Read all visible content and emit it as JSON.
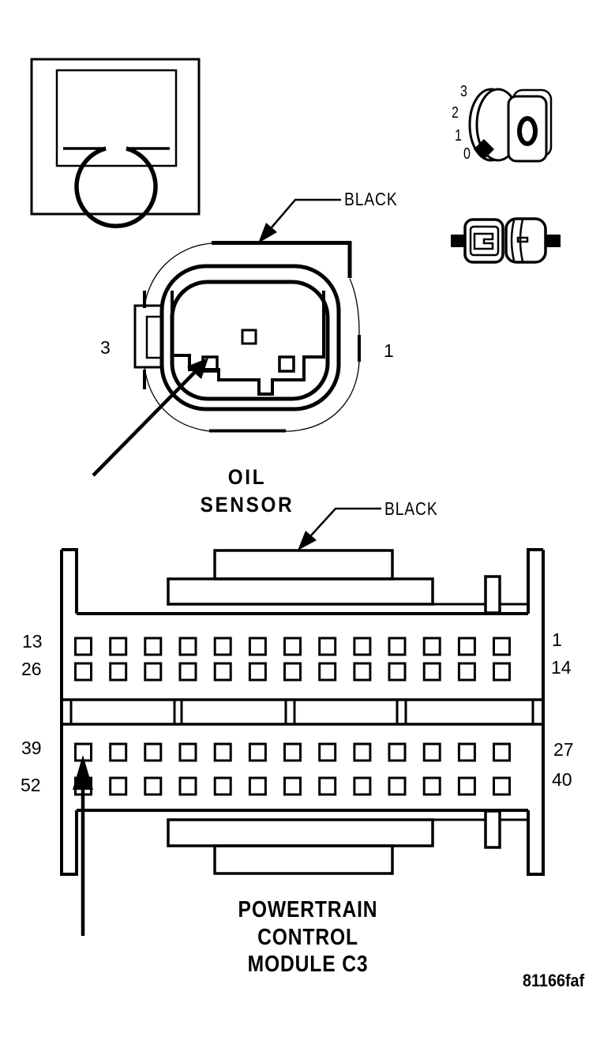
{
  "figure": {
    "code": "81166faf",
    "meter": {
      "icon": "ohmmeter-omega-symbol"
    },
    "dial": {
      "numbers": [
        "3",
        "2",
        "1",
        "0"
      ]
    },
    "wire_labels": {
      "top": "BLACK",
      "bottom": "BLACK"
    },
    "oil_sensor": {
      "name_line1": "OIL",
      "name_line2": "SENSOR",
      "pin_left": "3",
      "pin_right": "1"
    },
    "pcm": {
      "name_line1": "POWERTRAIN",
      "name_line2": "CONTROL",
      "name_line3": "MODULE C3",
      "pins_left": [
        "13",
        "26",
        "39",
        "52"
      ],
      "pins_right": [
        "1",
        "14",
        "27",
        "40"
      ],
      "grid": {
        "rows": 4,
        "columns": 13
      }
    },
    "colors": {
      "ink": "#000000",
      "paper": "#ffffff"
    }
  }
}
